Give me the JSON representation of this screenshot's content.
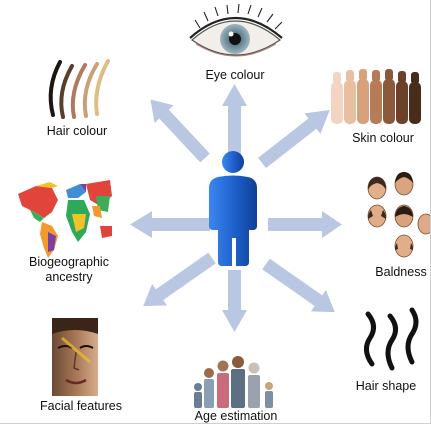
{
  "traits": {
    "eye": "Eye colour",
    "hair_colour": "Hair colour",
    "skin": "Skin colour",
    "ancestry_line1": "Biogeographic",
    "ancestry_line2": "ancestry",
    "baldness": "Baldness",
    "facial": "Facial features",
    "hair_shape": "Hair shape",
    "age": "Age estimation"
  },
  "icons": {
    "center": "person-icon",
    "eye": "eye-icon",
    "hair_colour": "hair-strands-icon",
    "skin": "raised-hands-icon",
    "ancestry": "world-map-icon",
    "baldness": "bald-heads-icon",
    "facial": "face-icon",
    "hair_shape": "curly-hair-icon",
    "age": "family-ages-icon"
  },
  "colors": {
    "person": "#1d5fc8",
    "arrows": "#b9c7e3"
  }
}
